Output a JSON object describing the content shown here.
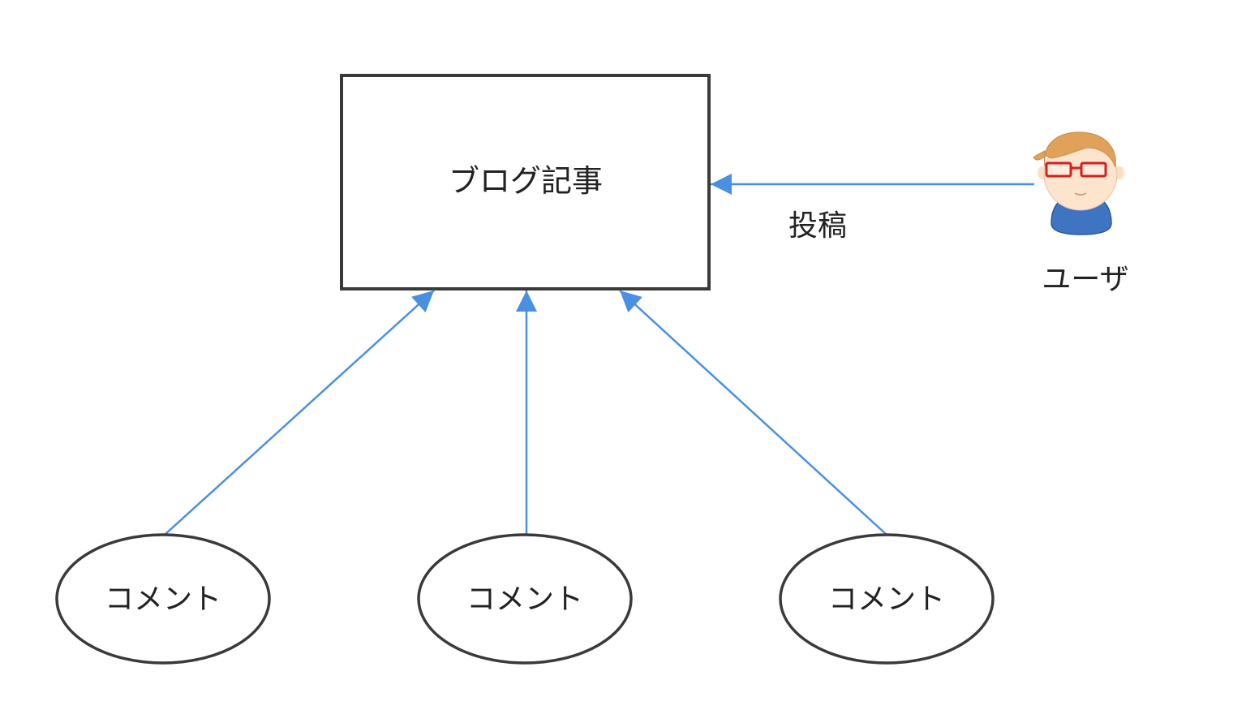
{
  "diagram": {
    "article_label": "ブログ記事",
    "post_label": "投稿",
    "user_label": "ユーザ",
    "comments": [
      {
        "label": "コメント"
      },
      {
        "label": "コメント"
      },
      {
        "label": "コメント"
      }
    ],
    "colors": {
      "arrow": "#4a90e2",
      "stroke": "#3a3a3a",
      "fill": "#ffffff",
      "text": "#222222"
    },
    "icons": {
      "user": "person-with-glasses-icon"
    }
  }
}
